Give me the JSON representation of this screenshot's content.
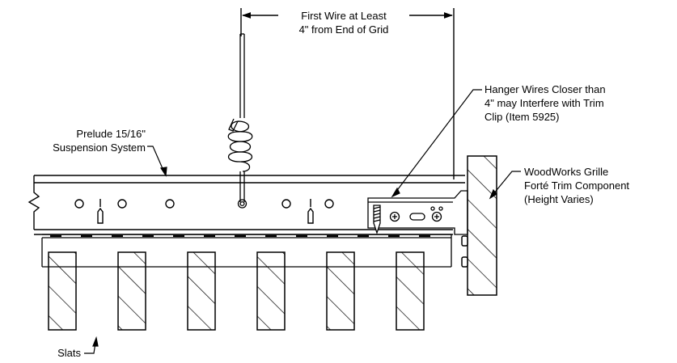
{
  "labels": {
    "dimension": [
      "First Wire at Least",
      "4\" from End of Grid"
    ],
    "hanger_note": [
      "Hanger Wires Closer than",
      "4\" may Interfere with Trim",
      "Clip (Item 5925)"
    ],
    "suspension": [
      "Prelude 15/16\"",
      "Suspension System"
    ],
    "trim": [
      "WoodWorks Grille",
      "Forté Trim Component",
      "(Height Varies)"
    ],
    "slats": "Slats"
  },
  "colors": {
    "line": "#000000",
    "background": "#ffffff"
  }
}
